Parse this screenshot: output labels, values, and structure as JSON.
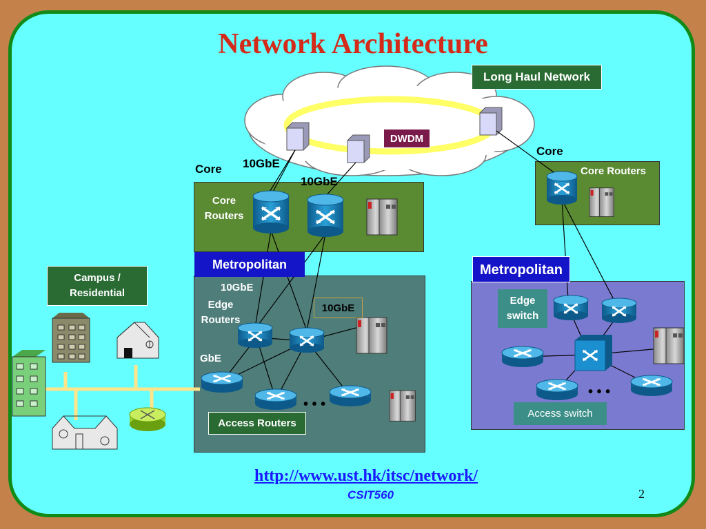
{
  "slide": {
    "title": "Network Architecture",
    "link": "http://www.ust.hk/itsc/network/",
    "footer": "CSIT560",
    "page_number": "2"
  },
  "labels": {
    "long_haul": "Long Haul Network",
    "dwdm": "DWDM",
    "core_left": "Core",
    "core_right": "Core",
    "tengbe_1": "10GbE",
    "tengbe_2": "10GbE",
    "tengbe_3": "10GbE",
    "tengbe_4": "10GbE",
    "core_routers_left": "Core Routers",
    "core_routers_right": "Core Routers",
    "metro_left": "Metropolitan",
    "metro_right": "Metropolitan",
    "edge_routers": "Edge Routers",
    "gbe": "GbE",
    "access_routers": "Access Routers",
    "campus": "Campus / Residential",
    "edge_switch": "Edge switch",
    "access_switch": "Access switch",
    "ellipsis_left": "• • •",
    "ellipsis_right": "• • •"
  },
  "colors": {
    "background": "#c4824a",
    "slide": "#66ffff",
    "title": "#d42a1a",
    "ring": "#ffff66",
    "core_region": "#5a8a32",
    "metro_left_region": "#4f7e7a",
    "metro_right_region": "#7a7ad0",
    "router": "#1b7fb4"
  }
}
